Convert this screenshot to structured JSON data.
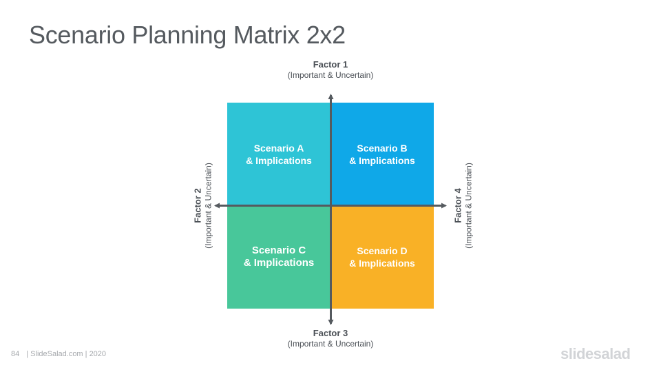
{
  "slide": {
    "title": "Scenario Planning Matrix 2x2"
  },
  "factors": {
    "top": {
      "name": "Factor 1",
      "sub": "(Important  & Uncertain)"
    },
    "left": {
      "name": "Factor 2",
      "sub": "(Important  & Uncertain)"
    },
    "bottom": {
      "name": "Factor 3",
      "sub": "(Important  & Uncertain)"
    },
    "right": {
      "name": "Factor 4",
      "sub": "(Important  & Uncertain)"
    }
  },
  "quadrants": [
    {
      "line1": "Scenario A",
      "line2": "& Implications",
      "color": "#2ec4d6"
    },
    {
      "line1": "Scenario B",
      "line2": "& Implications",
      "color": "#0fa8e8"
    },
    {
      "line1": "Scenario C",
      "line2": "& Implications",
      "color": "#48c79a"
    },
    {
      "line1": "Scenario D",
      "line2": "& Implications",
      "color": "#f9b126"
    }
  ],
  "axis_color": "#555a5f",
  "footer": {
    "page_number": "84",
    "text": "| SlideSalad.com | 2020"
  },
  "brand": {
    "logo_text": "slidesalad"
  }
}
